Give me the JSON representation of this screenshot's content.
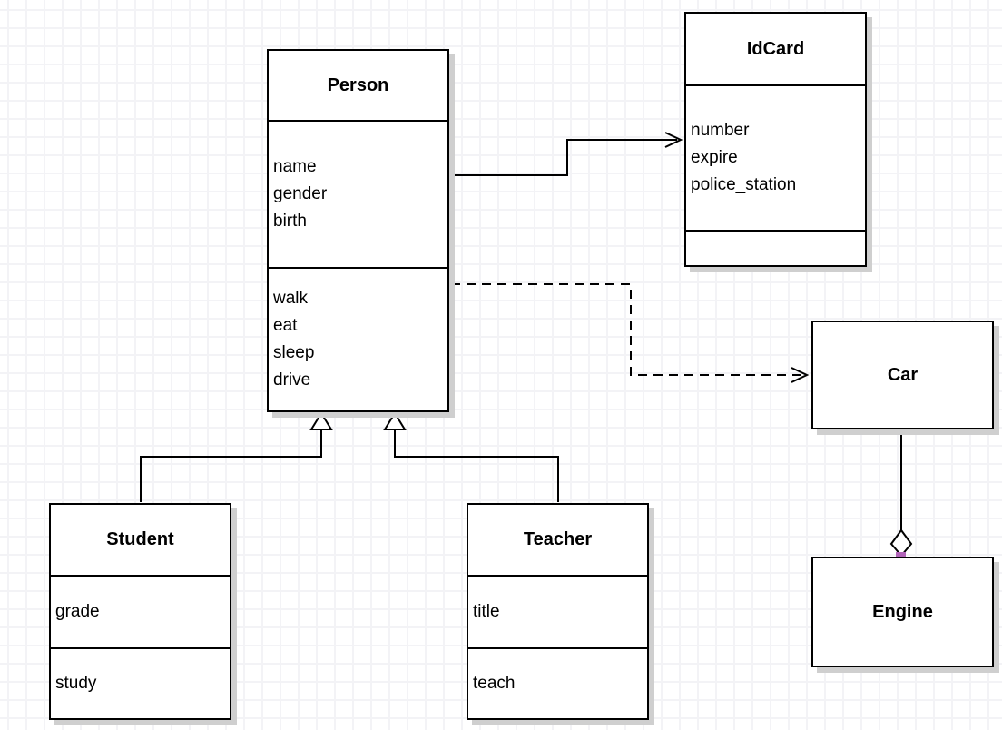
{
  "classes": {
    "person": {
      "title": "Person",
      "attributes": [
        "name",
        "gender",
        "birth"
      ],
      "methods": [
        "walk",
        "eat",
        "sleep",
        "drive"
      ]
    },
    "idcard": {
      "title": "IdCard",
      "attributes": [
        "number",
        "expire",
        "police_station"
      ],
      "methods": []
    },
    "car": {
      "title": "Car",
      "attributes": [],
      "methods": []
    },
    "engine": {
      "title": "Engine",
      "attributes": [],
      "methods": []
    },
    "student": {
      "title": "Student",
      "attributes": [
        "grade"
      ],
      "methods": [
        "study"
      ]
    },
    "teacher": {
      "title": "Teacher",
      "attributes": [
        "title"
      ],
      "methods": [
        "teach"
      ]
    }
  },
  "relationships": [
    {
      "from": "Person",
      "to": "IdCard",
      "type": "association",
      "line": "solid",
      "arrow": "open"
    },
    {
      "from": "Person",
      "to": "Car",
      "type": "dependency",
      "line": "dashed",
      "arrow": "open"
    },
    {
      "from": "Student",
      "to": "Person",
      "type": "generalization",
      "line": "solid",
      "arrow": "hollow-triangle"
    },
    {
      "from": "Teacher",
      "to": "Person",
      "type": "generalization",
      "line": "solid",
      "arrow": "hollow-triangle"
    },
    {
      "from": "Car",
      "to": "Engine",
      "type": "aggregation",
      "line": "solid",
      "arrow": "hollow-diamond"
    }
  ],
  "colors": {
    "connection_handle": "#b164b8",
    "line": "#000000",
    "box_fill": "#ffffff",
    "shadow": "#cfcfcf",
    "grid_line": "#f3f3f6"
  }
}
